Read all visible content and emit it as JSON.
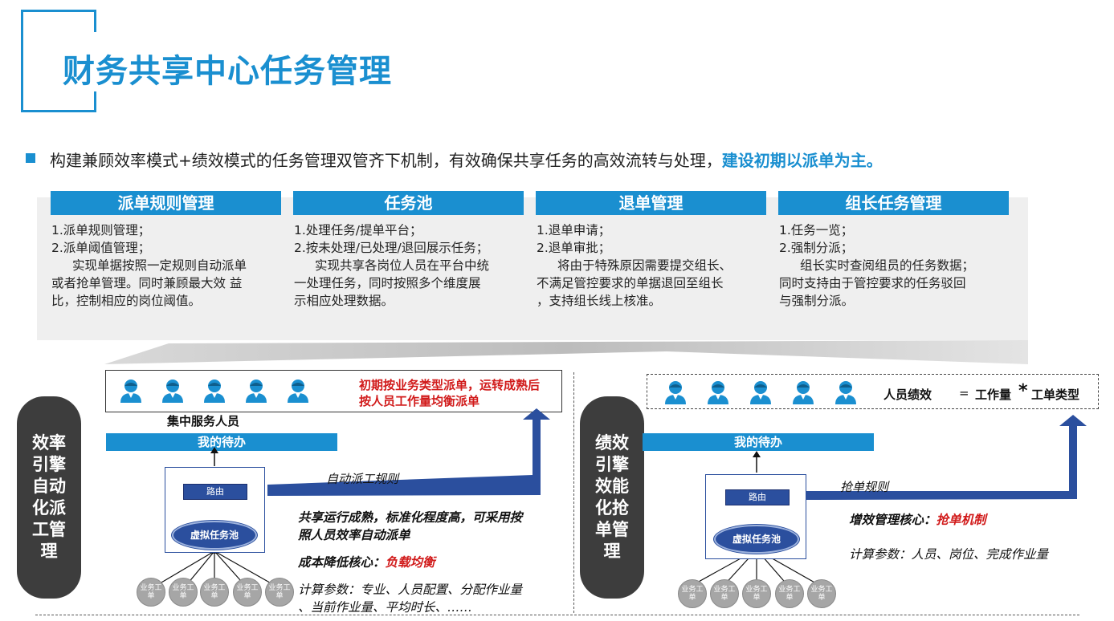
{
  "title": "财务共享中心任务管理",
  "intro": {
    "text": "构建兼顾效率模式+绩效模式的任务管理双管齐下机制，有效确保共享任务的高效流转与处理，",
    "highlight": "建设初期以派单为主。"
  },
  "modules": [
    {
      "title": "派单规则管理",
      "lines": [
        "1.派单规则管理；",
        "2.派单阈值管理；"
      ],
      "desc": [
        "实现单据按照一定规则自动派单",
        "或者抢单管理。同时兼顾最大效 益",
        "比，控制相应的岗位阈值。"
      ]
    },
    {
      "title": "任务池",
      "lines": [
        "1.处理任务/提单平台；",
        "2.按未处理/已处理/退回展示任务；"
      ],
      "desc": [
        "实现共享各岗位人员在平台中统",
        "一处理任务，同时按照多个维度展",
        "示相应处理数据。"
      ]
    },
    {
      "title": "退单管理",
      "lines": [
        "1.退单申请；",
        "2.退单审批；"
      ],
      "desc": [
        "将由于特殊原因需要提交组长、",
        "不满足管控要求的单据退回至组长",
        "，支持组长线上核准。"
      ]
    },
    {
      "title": "组长任务管理",
      "lines": [
        "1.任务一览；",
        "2.强制分派；"
      ],
      "desc": [
        "组长实时查阅组员的任务数据；",
        "同时支持由于管控要求的任务驳回",
        "与强制分派。"
      ]
    }
  ],
  "left": {
    "pill": "效率引擎自动化派工管理",
    "red_note": [
      "初期按业务类型派单，运转成熟后",
      "按人员工作量均衡派单"
    ],
    "staff_label": "集中服务人员",
    "todo": "我的待办",
    "route": "路由",
    "pool": "虚拟任务池",
    "flow_label": "自动派工规则",
    "desc_bold": [
      "共享运行成熟，标准化程度高，可采用按",
      "照人员效率自动派单"
    ],
    "core_label": "成本降低核心：",
    "core_value": "负载均衡",
    "params": [
      "计算参数：专业、人员配置、分配作业量",
      "、当前作业量、平均时长、……"
    ],
    "circles": [
      "业务工单",
      "业务工单",
      "业务工单",
      "业务工单",
      "业务工单"
    ]
  },
  "right": {
    "pill": "绩效引擎效能化抢单管理",
    "perf_label": "人员绩效",
    "equals": "=",
    "workload": "工作量",
    "times": "*",
    "ticket_type": "工单类型",
    "todo": "我的待办",
    "route": "路由",
    "pool": "虚拟任务池",
    "flow_label": "抢单规则",
    "core_label": "增效管理核心：",
    "core_value": "抢单机制",
    "params": "计算参数：人员、岗位、完成作业量",
    "circles": [
      "业务工单",
      "业务工单",
      "业务工单",
      "业务工单",
      "业务工单"
    ]
  },
  "colors": {
    "accent": "#1a8fd0",
    "dark_blue": "#2b4f9e",
    "red": "#d11a1a",
    "pill": "#3d3d3d"
  },
  "icons": {
    "person": "person-icon",
    "square_bullet": "square-bullet-icon"
  }
}
